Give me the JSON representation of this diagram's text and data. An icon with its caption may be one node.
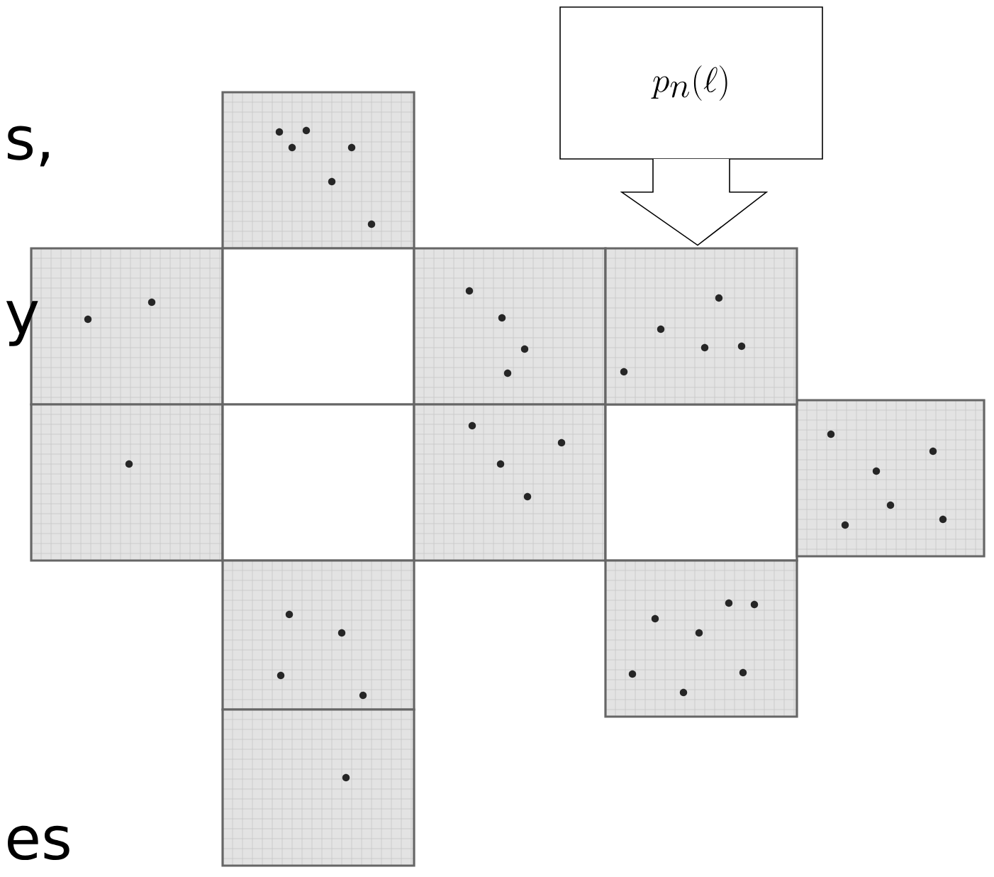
{
  "diagram": {
    "nodes": [
      {
        "text": [
          "p_n(\\ell)"
        ]
      },
      {
        "text": [],
        "shape": "box"
      }
    ],
    "edges": [
      {
        "from": 0,
        "to": 1,
        "arrow": "to"
      }
    ],
    "labels": [
      "s,",
      "y",
      "es"
    ]
  }
}
